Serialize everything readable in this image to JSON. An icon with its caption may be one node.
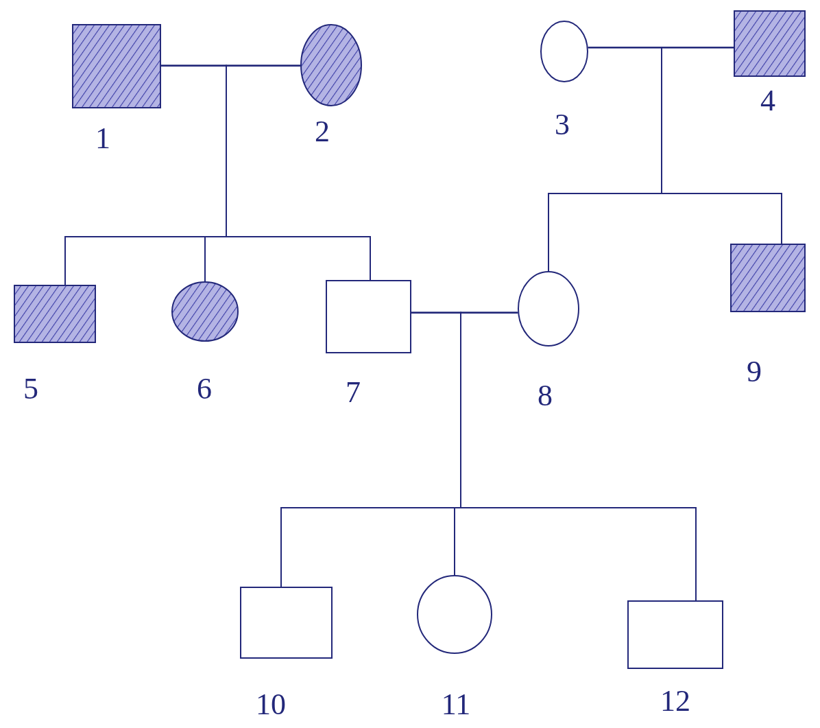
{
  "diagram": {
    "nodes": [
      {
        "text": [],
        "shape": "shaded-box",
        "beside": [
          "1"
        ]
      },
      {
        "text": [],
        "shape": "shaded-circle",
        "beside": [
          "2"
        ]
      },
      {
        "text": [],
        "shape": "circle",
        "beside": [
          "3"
        ]
      },
      {
        "text": [],
        "shape": "shaded-box",
        "beside": [
          "4"
        ]
      },
      {
        "text": [],
        "shape": "shaded-box",
        "beside": [
          "5"
        ]
      },
      {
        "text": [],
        "shape": "shaded-circle",
        "beside": [
          "6"
        ]
      },
      {
        "text": [],
        "shape": "box",
        "beside": [
          "7"
        ]
      },
      {
        "text": [],
        "shape": "circle",
        "beside": [
          "8"
        ]
      },
      {
        "text": [],
        "shape": "shaded-box",
        "beside": [
          "9"
        ]
      },
      {
        "text": [],
        "shape": "box",
        "beside": [
          "10"
        ]
      },
      {
        "text": [],
        "shape": "circle",
        "beside": [
          "11"
        ]
      },
      {
        "text": [],
        "shape": "box",
        "beside": [
          "12"
        ]
      }
    ],
    "edges": [
      {
        "from": 0,
        "to": 1,
        "arrow": "none"
      },
      {
        "from": 2,
        "to": 3,
        "arrow": "none"
      },
      {
        "from": 0,
        "to": 4,
        "arrow": "none"
      },
      {
        "from": 0,
        "to": 5,
        "arrow": "none"
      },
      {
        "from": 0,
        "to": 6,
        "arrow": "none"
      },
      {
        "from": 1,
        "to": 4,
        "arrow": "none"
      },
      {
        "from": 1,
        "to": 5,
        "arrow": "none"
      },
      {
        "from": 1,
        "to": 6,
        "arrow": "none"
      },
      {
        "from": 2,
        "to": 7,
        "arrow": "none"
      },
      {
        "from": 2,
        "to": 8,
        "arrow": "none"
      },
      {
        "from": 3,
        "to": 7,
        "arrow": "none"
      },
      {
        "from": 3,
        "to": 8,
        "arrow": "none"
      },
      {
        "from": 6,
        "to": 7,
        "arrow": "none"
      },
      {
        "from": 6,
        "to": 9,
        "arrow": "none"
      },
      {
        "from": 6,
        "to": 10,
        "arrow": "none"
      },
      {
        "from": 6,
        "to": 11,
        "arrow": "none"
      },
      {
        "from": 7,
        "to": 9,
        "arrow": "none"
      },
      {
        "from": 7,
        "to": 10,
        "arrow": "none"
      },
      {
        "from": 7,
        "to": 11,
        "arrow": "none"
      }
    ]
  }
}
